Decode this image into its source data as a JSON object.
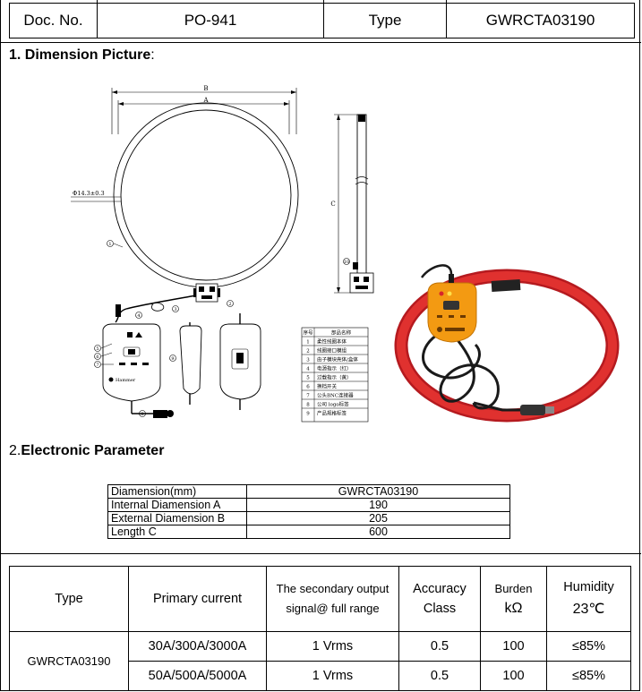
{
  "header": {
    "doc_no_label": "Doc. No.",
    "doc_no_value": "PO-941",
    "type_label": "Type",
    "type_value": "GWRCTA03190"
  },
  "section1": {
    "title": "1. Dimension Picture",
    "colon": ":"
  },
  "drawing": {
    "dim_b": "B",
    "dim_a": "A",
    "dim_c": "C",
    "cable_diameter": "Φ14.3±0.3",
    "callouts": [
      "1",
      "2",
      "3",
      "4",
      "5",
      "6",
      "7",
      "8",
      "9",
      "10"
    ],
    "brand_label": "Hammer",
    "parts_table": {
      "head_no": "序号",
      "head_name": "部品名称",
      "rows": [
        {
          "no": "1",
          "name": "柔性线圈本体"
        },
        {
          "no": "2",
          "name": "线圈接口模组"
        },
        {
          "no": "3",
          "name": "由子模块壳体/盒体"
        },
        {
          "no": "4",
          "name": "电源指示（红）"
        },
        {
          "no": "5",
          "name": "过载指示（黄）"
        },
        {
          "no": "6",
          "name": "换档开关"
        },
        {
          "no": "7",
          "name": "公头BNC连接器"
        },
        {
          "no": "8",
          "name": "公司 logo标签"
        },
        {
          "no": "9",
          "name": "产品规格标签"
        }
      ]
    }
  },
  "section2": {
    "prefix": "2.",
    "title": "Electronic Parameter"
  },
  "dimension_table": {
    "header": {
      "label": "Diamension(mm)",
      "value": "GWRCTA03190"
    },
    "rows": [
      {
        "label": "Internal Diamension A",
        "value": "190"
      },
      {
        "label": "External Diamension B",
        "value": "205"
      },
      {
        "label": "Length C",
        "value": "600"
      }
    ]
  },
  "spec_table": {
    "headers": {
      "type": "Type",
      "primary": "Primary current",
      "secondary_1": "The secondary output",
      "secondary_2": "signal@ full range",
      "accuracy_1": "Accuracy",
      "accuracy_2": "Class",
      "burden_1": "Burden",
      "burden_2": "kΩ",
      "humidity_1": "Humidity",
      "humidity_2": "23℃"
    },
    "type_value": "GWRCTA03190",
    "rows": [
      {
        "primary": "30A/300A/3000A",
        "secondary": "1 Vrms",
        "accuracy": "0.5",
        "burden": "100",
        "humidity": "≤85%"
      },
      {
        "primary": "50A/500A/5000A",
        "secondary": "1 Vrms",
        "accuracy": "0.5",
        "burden": "100",
        "humidity": "≤85%"
      }
    ]
  },
  "colors": {
    "coil_red": "#d8252b",
    "module_orange": "#f39a12",
    "cable_black": "#1a1a1a"
  }
}
